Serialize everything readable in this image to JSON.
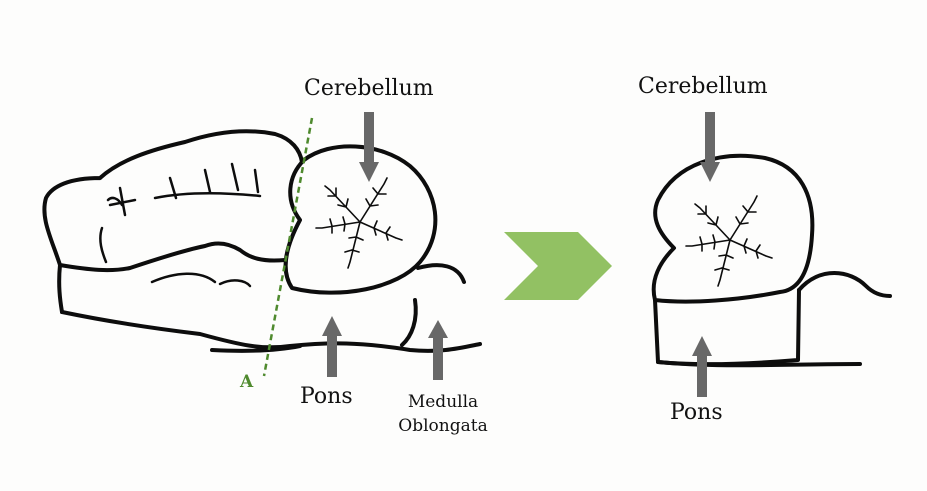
{
  "colors": {
    "arrow_fill": "#686868",
    "chevron_fill": "#92c163",
    "cut_line": "#4f8a2e",
    "ink": "#0d0d0d"
  },
  "left_diagram": {
    "cerebellum_label": "Cerebellum",
    "pons_label": "Pons",
    "medulla_label_line1": "Medulla",
    "medulla_label_line2": "Oblongata",
    "cut_label": "A"
  },
  "right_diagram": {
    "cerebellum_label": "Cerebellum",
    "pons_label": "Pons"
  }
}
